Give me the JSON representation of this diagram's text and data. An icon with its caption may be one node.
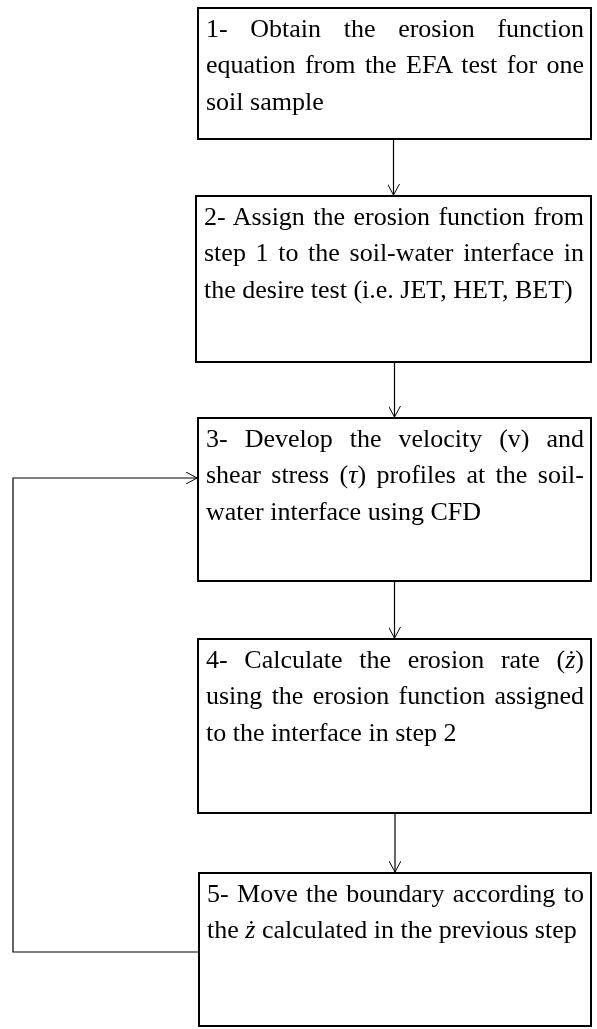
{
  "diagram": {
    "nodes": [
      {
        "text": [
          "1- Obtain the erosion function equation from the EFA test for one soil sample"
        ]
      },
      {
        "text": [
          "2- Assign the erosion function from step 1 to the soil-water interface in the desire test (i.e. JET, HET, BET)"
        ]
      },
      {
        "text": [
          "3- Develop the velocity (v) and shear stress (*τ*) profiles at the soil-water interface using CFD"
        ]
      },
      {
        "text": [
          "4- Calculate the erosion rate (*ż*) using the erosion function assigned to the interface in step 2"
        ]
      },
      {
        "text": [
          "5- Move the boundary according to the *ż* calculated in the previous step"
        ]
      }
    ],
    "edges": [
      {
        "from": 0,
        "to": 1,
        "arrow": "to"
      },
      {
        "from": 1,
        "to": 2,
        "arrow": "to"
      },
      {
        "from": 2,
        "to": 3,
        "arrow": "to"
      },
      {
        "from": 3,
        "to": 4,
        "arrow": "to"
      },
      {
        "from": 4,
        "to": 2,
        "arrow": "to"
      }
    ]
  }
}
